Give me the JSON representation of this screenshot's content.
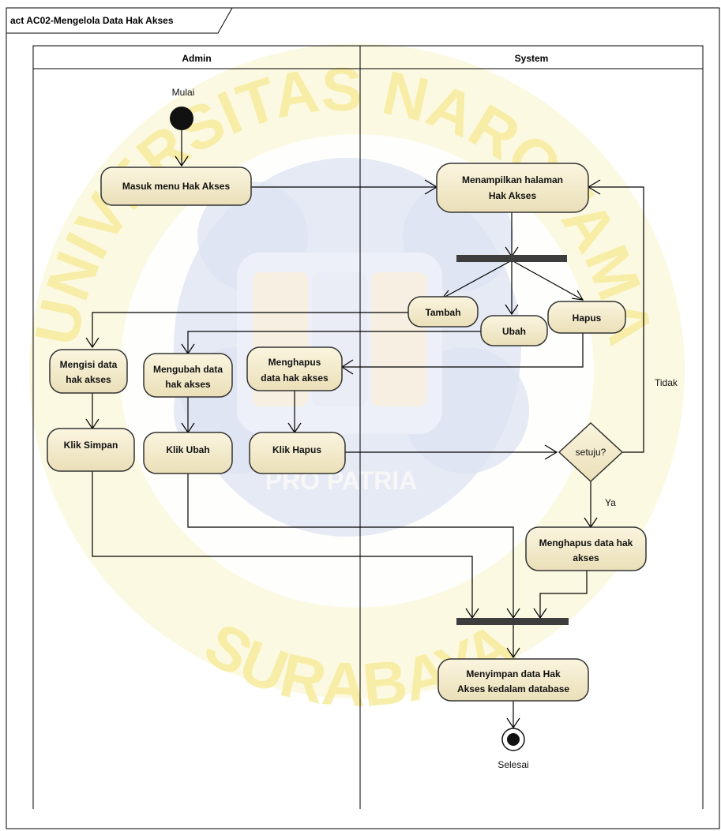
{
  "diagram": {
    "frame_title": "act AC02-Mengelola Data Hak Akses",
    "lanes": {
      "admin": "Admin",
      "system": "System"
    },
    "start_label": "Mulai",
    "end_label": "Selesai",
    "activities": {
      "masuk_menu": "Masuk menu Hak Akses",
      "menampilkan": [
        "Menampilkan halaman",
        "Hak Akses"
      ],
      "tambah": "Tambah",
      "ubah": "Ubah",
      "hapus": "Hapus",
      "mengisi": [
        "Mengisi data",
        "hak akses"
      ],
      "mengubah": [
        "Mengubah data",
        "hak akses"
      ],
      "menghapus": [
        "Menghapus",
        "data hak akses"
      ],
      "klik_simpan": "Klik Simpan",
      "klik_ubah": "Klik Ubah",
      "klik_hapus": "Klik Hapus",
      "menghapus_data": [
        "Menghapus data hak",
        "akses"
      ],
      "menyimpan": [
        "Menyimpan data Hak",
        "Akses kedalam database"
      ]
    },
    "decision": {
      "label": "setuju?",
      "yes": "Ya",
      "no": "Tidak"
    }
  },
  "watermark": {
    "top_arc": "UNIVERSITAS NAROTAMA",
    "bottom_arc": "SURABAYA",
    "motto": "PRO PATRIA",
    "colors": {
      "ring": "#f3e98c",
      "seal": "#cfd7ee",
      "text": "#f0e38e"
    }
  },
  "colors": {
    "activity_fill": "#f7efcf",
    "activity_stroke": "#333333",
    "fork_bar": "#3d3d3d",
    "line": "#000000"
  }
}
